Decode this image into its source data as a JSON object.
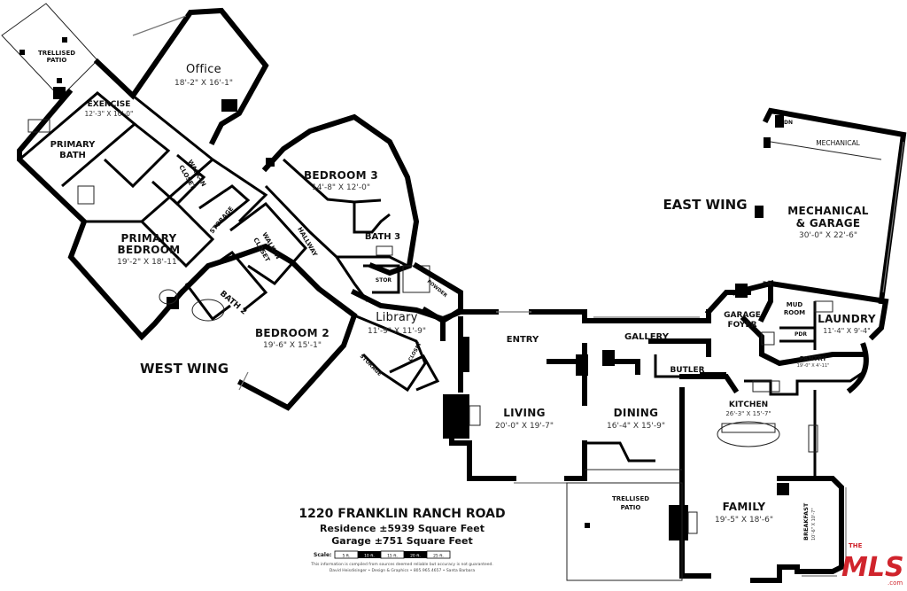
{
  "rooms": {
    "trellised_patio_nw": "TRELLISED\nPATIO",
    "office": "Office",
    "office_dim": "18'-2\" X 16'-1\"",
    "exercise": "EXERCISE",
    "exercise_dim": "12'-3\" X 10'-0\"",
    "primary_bath_1": "PRIMARY",
    "primary_bath_2": "BATH",
    "walkin_closet_a_1": "WALK-IN",
    "walkin_closet_a_2": "CLOSET",
    "storage_a": "STORAGE",
    "walkin_closet_b_1": "WALK-IN",
    "walkin_closet_b_2": "CLOSET",
    "primary_bedroom_1": "PRIMARY",
    "primary_bedroom_2": "BEDROOM",
    "primary_bedroom_dim": "19'-2\" X 18'-11\"",
    "bath2": "BATH 2",
    "bedroom2": "BEDROOM 2",
    "bedroom2_dim": "19'-6\" X 15'-1\"",
    "bedroom3": "BEDROOM 3",
    "bedroom3_dim": "14'-8\" X 12'-0\"",
    "bath3": "BATH 3",
    "hallway": "HALLWAY",
    "stor": "STOR",
    "powder": "POWDER",
    "library": "Library",
    "library_dim": "11'-9\" X 11'-9\"",
    "storage_b": "STORAGE",
    "closet": "CLOSET",
    "entry": "ENTRY",
    "gallery": "GALLERY",
    "living": "LIVING",
    "living_dim": "20'-0\" X 19'-7\"",
    "dining": "DINING",
    "dining_dim": "16'-4\" X 15'-9\"",
    "butler": "BUTLER",
    "kitchen": "KITCHEN",
    "kitchen_dim": "26'-3\" X 15'-7\"",
    "garage_foyer_1": "GARAGE",
    "garage_foyer_2": "FOYER",
    "mud_room_1": "MUD",
    "mud_room_2": "ROOM",
    "pdr": "PDR",
    "laundry": "LAUNDRY",
    "laundry_dim": "11'-4\" X 9'-4\"",
    "pantry": "PANTRY",
    "pantry_dim": "19'-0\" X 4'-11\"",
    "mechanical_top": "MECHANICAL",
    "mechanical_garage_1": "MECHANICAL",
    "mechanical_garage_2": "& GARAGE",
    "mechanical_garage_dim": "30'-0\" X 22'-6\"",
    "dn_1": "DN",
    "dn_2": "DN",
    "family": "FAMILY",
    "family_dim": "19'-5\" X 18'-6\"",
    "breakfast": "BREAKFAST",
    "breakfast_dim": "10'-6\" X 10'-7\"",
    "trellised_patio_s_1": "TRELLISED",
    "trellised_patio_s_2": "PATIO"
  },
  "wings": {
    "west": "WEST WING",
    "east": "EAST WING"
  },
  "title_block": {
    "address": "1220 FRANKLIN RANCH ROAD",
    "residence": "Residence ±5939 Square Feet",
    "garage": "Garage ±751 Square Feet",
    "scale_label": "Scale:",
    "scale_marks": [
      "5 ft.",
      "10 ft.",
      "15 ft.",
      "20 ft.",
      "25 ft."
    ],
    "disclaimer": "This information is compiled from sources deemed reliable but accuracy is not guaranteed.",
    "credits": "David Heisdisinger • Design & Graphics • 805.965.4657 • Santa Barbara"
  },
  "logo": {
    "the": "THE",
    "mls": "MLS",
    "dotcom": ".com",
    "color": "#d0242c"
  }
}
